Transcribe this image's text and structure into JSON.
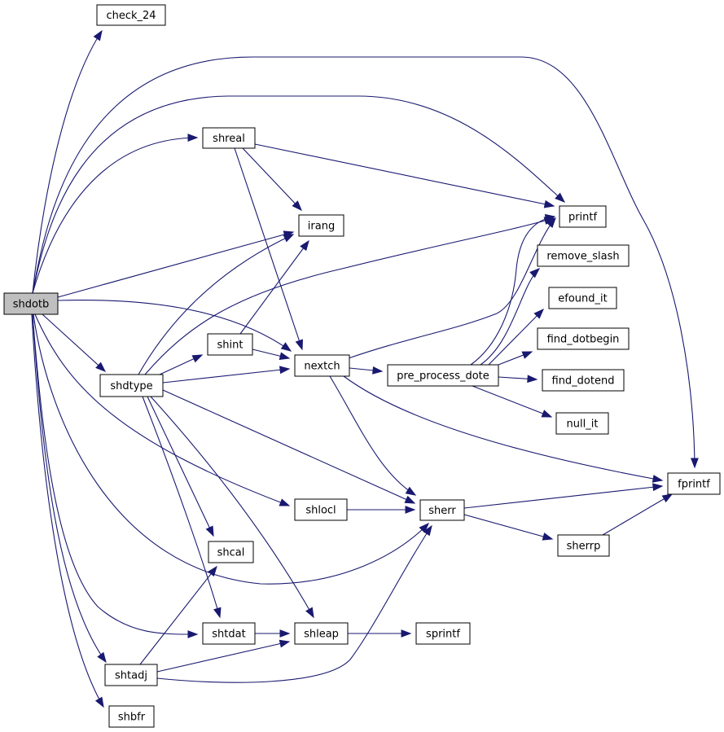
{
  "graph": {
    "edge_color": "#191970",
    "root_fill": "#bfbfbf",
    "node_fill": "#ffffff",
    "nodes": [
      {
        "id": "shdotb",
        "label": "shdotb",
        "root": true
      },
      {
        "id": "check_24",
        "label": "check_24"
      },
      {
        "id": "shreal",
        "label": "shreal"
      },
      {
        "id": "irang",
        "label": "irang"
      },
      {
        "id": "printf",
        "label": "printf"
      },
      {
        "id": "remove_slash",
        "label": "remove_slash"
      },
      {
        "id": "efound_it",
        "label": "efound_it"
      },
      {
        "id": "shint",
        "label": "shint"
      },
      {
        "id": "nextch",
        "label": "nextch"
      },
      {
        "id": "find_dotbegin",
        "label": "find_dotbegin"
      },
      {
        "id": "shdtype",
        "label": "shdtype"
      },
      {
        "id": "pre_process_dote",
        "label": "pre_process_dote"
      },
      {
        "id": "find_dotend",
        "label": "find_dotend"
      },
      {
        "id": "null_it",
        "label": "null_it"
      },
      {
        "id": "fprintf",
        "label": "fprintf"
      },
      {
        "id": "shlocl",
        "label": "shlocl"
      },
      {
        "id": "sherr",
        "label": "sherr"
      },
      {
        "id": "shcal",
        "label": "shcal"
      },
      {
        "id": "sherrp",
        "label": "sherrp"
      },
      {
        "id": "shtdat",
        "label": "shtdat"
      },
      {
        "id": "shleap",
        "label": "shleap"
      },
      {
        "id": "sprintf",
        "label": "sprintf"
      },
      {
        "id": "shtadj",
        "label": "shtadj"
      },
      {
        "id": "shbfr",
        "label": "shbfr"
      }
    ],
    "edges": [
      [
        "shdotb",
        "check_24"
      ],
      [
        "shdotb",
        "fprintf"
      ],
      [
        "shdotb",
        "printf"
      ],
      [
        "shdotb",
        "shreal"
      ],
      [
        "shdotb",
        "irang"
      ],
      [
        "shdotb",
        "nextch"
      ],
      [
        "shdotb",
        "shdtype"
      ],
      [
        "shdotb",
        "shlocl"
      ],
      [
        "shdotb",
        "sherr"
      ],
      [
        "shdotb",
        "shtdat"
      ],
      [
        "shdotb",
        "shtadj"
      ],
      [
        "shdotb",
        "shbfr"
      ],
      [
        "shreal",
        "printf"
      ],
      [
        "shreal",
        "irang"
      ],
      [
        "shreal",
        "nextch"
      ],
      [
        "shdtype",
        "irang"
      ],
      [
        "shdtype",
        "printf"
      ],
      [
        "shdtype",
        "shint"
      ],
      [
        "shdtype",
        "nextch"
      ],
      [
        "shdtype",
        "sherr"
      ],
      [
        "shdtype",
        "shcal"
      ],
      [
        "shdtype",
        "shtdat"
      ],
      [
        "shdtype",
        "shleap"
      ],
      [
        "shint",
        "irang"
      ],
      [
        "shint",
        "nextch"
      ],
      [
        "nextch",
        "printf"
      ],
      [
        "nextch",
        "pre_process_dote"
      ],
      [
        "nextch",
        "fprintf"
      ],
      [
        "nextch",
        "sherr"
      ],
      [
        "pre_process_dote",
        "printf"
      ],
      [
        "pre_process_dote",
        "remove_slash"
      ],
      [
        "pre_process_dote",
        "efound_it"
      ],
      [
        "pre_process_dote",
        "find_dotbegin"
      ],
      [
        "pre_process_dote",
        "find_dotend"
      ],
      [
        "pre_process_dote",
        "null_it"
      ],
      [
        "shlocl",
        "sherr"
      ],
      [
        "sherr",
        "fprintf"
      ],
      [
        "sherr",
        "sherrp"
      ],
      [
        "sherrp",
        "fprintf"
      ],
      [
        "shtdat",
        "shleap"
      ],
      [
        "shleap",
        "sprintf"
      ],
      [
        "shtadj",
        "shcal"
      ],
      [
        "shtadj",
        "shleap"
      ],
      [
        "shtadj",
        "sherr"
      ]
    ]
  }
}
